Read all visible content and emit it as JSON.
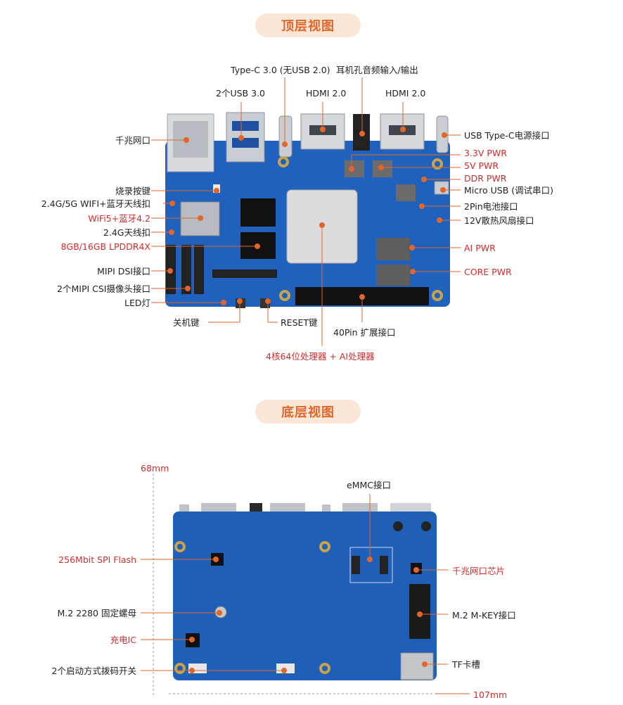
{
  "top_section": {
    "title": "顶层视图",
    "labels": {
      "typec30": "Type-C 3.0 (无USB 2.0)",
      "audio": "耳机孔音频输入/输出",
      "usb30": "2个USB 3.0",
      "hdmi_a": "HDMI 2.0",
      "hdmi_b": "HDMI 2.0",
      "gigabit": "千兆网口",
      "usbc_power": "USB Type-C电源接口",
      "pwr33": "3.3V PWR",
      "pwr5": "5V PWR",
      "ddr_pwr": "DDR PWR",
      "micro_usb": "Micro USB (调试串口)",
      "burn_key": "烧录按键",
      "wifi_antenna": "2.4G/5G WIFI+蓝牙天线扣",
      "battery": "2Pin电池接口",
      "wifi_bt": "WiFi5+蓝牙4.2",
      "fan": "12V散热风扇接口",
      "antenna24": "2.4G天线扣",
      "lpddr": "8GB/16GB LPDDR4X",
      "ai_pwr": "AI PWR",
      "mipi_dsi": "MIPI DSI接口",
      "core_pwr": "CORE PWR",
      "mipi_csi": "2个MIPI CSI摄像头接口",
      "led": "LED灯",
      "power_key": "关机键",
      "reset_key": "RESET键",
      "gpio40": "40Pin 扩展接口",
      "processor": "4核64位处理器 + AI处理器"
    }
  },
  "bottom_section": {
    "title": "底层视图",
    "labels": {
      "height_dim": "68mm",
      "width_dim": "107mm",
      "emmc": "eMMC接口",
      "spi_flash": "256Mbit SPI Flash",
      "eth_chip": "千兆网口芯片",
      "m2_nut": "M.2 2280 固定螺母",
      "m2_key": "M.2 M-KEY接口",
      "charge_ic": "充电IC",
      "tf_slot": "TF卡槽",
      "boot_switch": "2个启动方式拨码开关"
    }
  },
  "colors": {
    "accent": "#e2662a",
    "highlight_red": "#d22b2b",
    "pcb_blue": "#1f5fb8",
    "pill_bg": "#fbe6d7"
  }
}
